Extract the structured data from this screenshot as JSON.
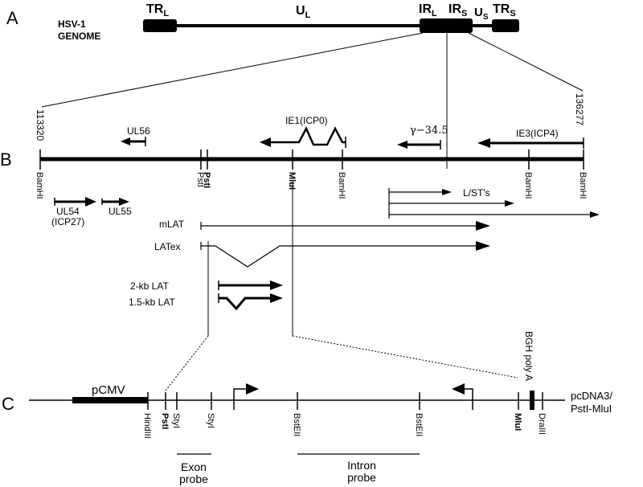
{
  "panels": {
    "a": "A",
    "b": "B",
    "c": "C"
  },
  "genome": {
    "label_line1": "HSV-1",
    "label_line2": "GENOME",
    "trl": "TR",
    "trl_sub": "L",
    "ul": "U",
    "ul_sub": "L",
    "irl": "IR",
    "irl_sub": "L",
    "irs": "IR",
    "irs_sub": "S",
    "us": "U",
    "us_sub": "S",
    "trs": "TR",
    "trs_sub": "S"
  },
  "mapB": {
    "coord_left": "113320",
    "coord_right": "136277",
    "ul56": "UL56",
    "ie1": "IE1(ICP0)",
    "gamma": "γ−34.5",
    "ie3": "IE3(ICP4)",
    "bamhi_1": "BamHI",
    "psti_1": "PstI",
    "psti_2": "PstI",
    "mlui": "MluI",
    "bamhi_2": "BamHI",
    "bamhi_3": "BamHI",
    "bamhi_4": "BamHI",
    "ul54": "UL54",
    "icp27": "(ICP27)",
    "ul55": "UL55",
    "lst": "L/ST's",
    "mlat": "mLAT",
    "latex": "LATex",
    "lat2kb": "2-kb LAT",
    "lat15kb": "1.5-kb LAT"
  },
  "plasmid": {
    "pcmv": "pCMV",
    "bgh": "BGH poly A",
    "name_line1": "pcDNA3/",
    "name_line2": "PstI-MluI",
    "hindiii": "HindIII",
    "psti": "PstI",
    "styi_1": "StyI",
    "styi_2": "StyI",
    "bsteii_1": "BstEII",
    "bsteii_2": "BstEII",
    "mlui": "MluI",
    "draiii": "DraIII",
    "exon_line1": "Exon",
    "exon_line2": "probe",
    "intron_line1": "Intron",
    "intron_line2": "probe"
  }
}
